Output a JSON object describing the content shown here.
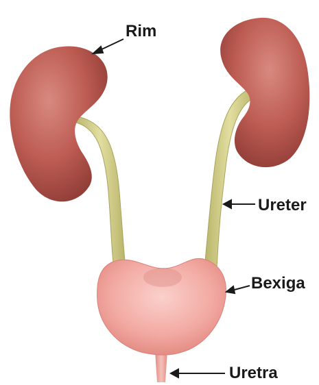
{
  "labels": {
    "kidney": "Rim",
    "ureter": "Ureter",
    "bladder": "Bexiga",
    "urethra": "Uretra"
  },
  "colors": {
    "kidney": "#b4544d",
    "ureter": "#d8d48e",
    "bladder": "#f0a8a2",
    "label_text": "#1a1a1a"
  }
}
